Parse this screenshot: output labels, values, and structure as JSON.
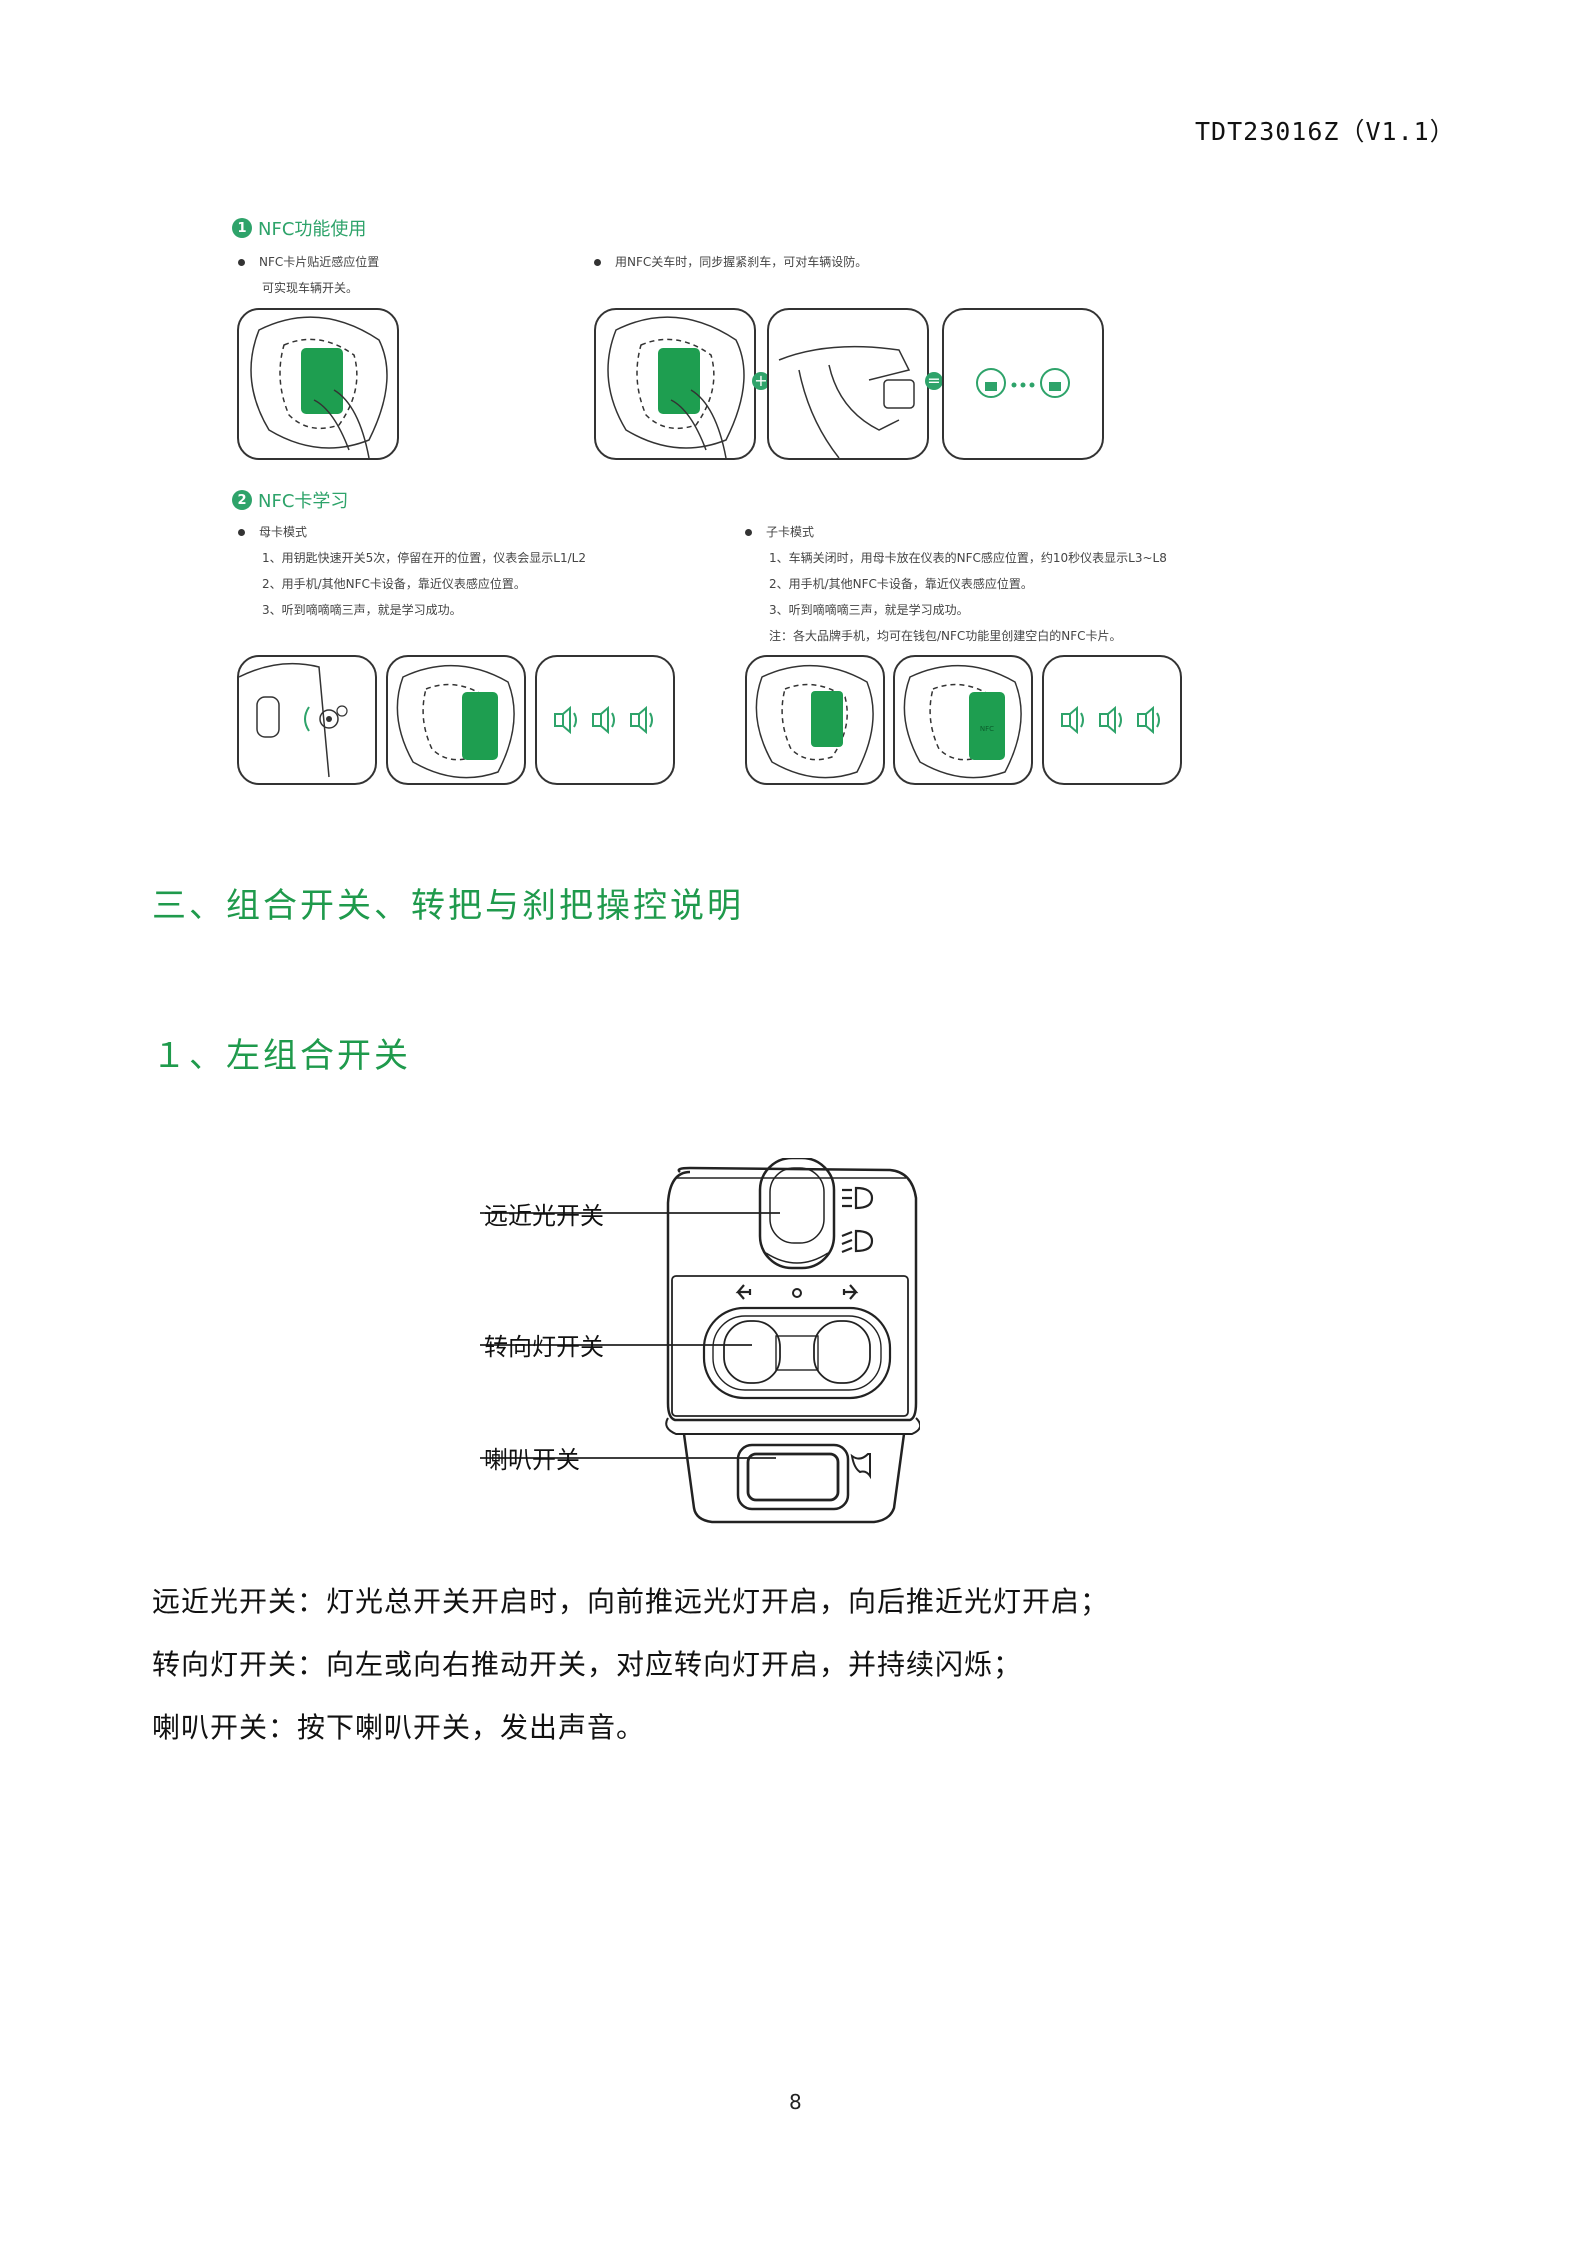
{
  "header": {
    "doc_id": "TDT23016Z（V1.1）"
  },
  "nfc_use": {
    "number": "1",
    "title": "NFC功能使用",
    "left_bullet_line1": "NFC卡片贴近感应位置",
    "left_bullet_line2": "可实现车辆开关。",
    "right_bullet": "用NFC关车时，同步握紧刹车，可对车辆设防。"
  },
  "nfc_learn": {
    "number": "2",
    "title": "NFC卡学习",
    "mother": {
      "heading": "母卡模式",
      "lines": [
        "1、用钥匙快速开关5次，停留在开的位置，仪表会显示L1/L2",
        "2、用手机/其他NFC卡设备，靠近仪表感应位置。",
        "3、听到嘀嘀嘀三声，就是学习成功。"
      ]
    },
    "child": {
      "heading": "子卡模式",
      "lines": [
        "1、车辆关闭时，用母卡放在仪表的NFC感应位置，约10秒仪表显示L3~L8",
        "2、用手机/其他NFC卡设备，靠近仪表感应位置。",
        "3、听到嘀嘀嘀三声，就是学习成功。",
        "注：各大品牌手机，均可在钱包/NFC功能里创建空白的NFC卡片。"
      ]
    }
  },
  "section": {
    "title": "三、组合开关、转把与刹把操控说明",
    "subsection": "１、左组合开关"
  },
  "diagram": {
    "labels": [
      "远近光开关",
      "转向灯开关",
      "喇叭开关"
    ],
    "card_text": "NFC"
  },
  "descriptions": [
    "远近光开关：灯光总开关开启时，向前推远光灯开启，向后推近光灯开启；",
    "转向灯开关：向左或向右推动开关，对应转向灯开启，并持续闪烁；",
    "喇叭开关：按下喇叭开关，发出声音。"
  ],
  "footer": {
    "page_number": "8"
  },
  "colors": {
    "accent": "#2ea36a",
    "heading": "#1f9a4c",
    "card_green": "#1e9e50"
  },
  "icons": [
    "high-beam-icon",
    "low-beam-icon",
    "left-arrow-icon",
    "right-arrow-icon",
    "horn-icon",
    "lock-icon",
    "speaker-icon"
  ]
}
